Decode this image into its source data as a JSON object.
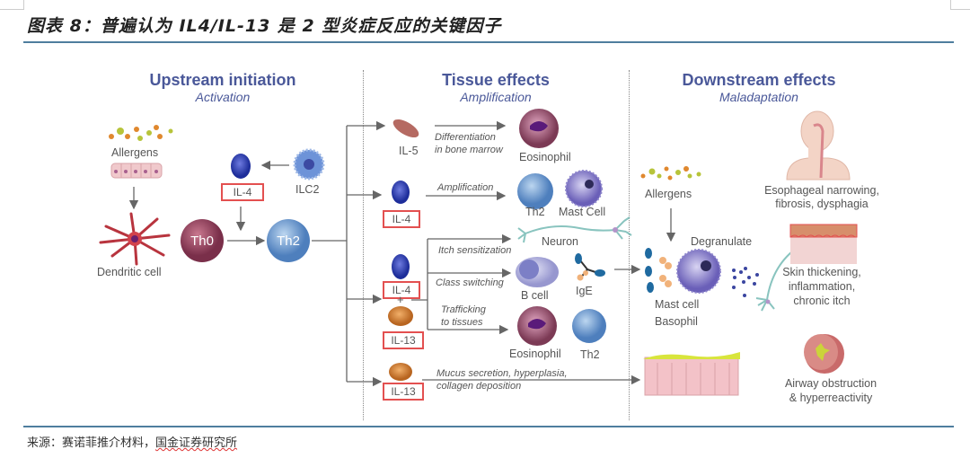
{
  "figure": {
    "title": "图表 8：普遍认为 IL4/IL-13 是 2 型炎症反应的关键因子",
    "source_prefix": "来源：赛诺菲推介材料，",
    "source_suffix": "国金证券研究所"
  },
  "sections": {
    "upstream": {
      "title": "Upstream initiation",
      "subtitle": "Activation"
    },
    "tissue": {
      "title": "Tissue effects",
      "subtitle": "Amplification"
    },
    "downstream": {
      "title": "Downstream effects",
      "subtitle": "Maladaptation"
    }
  },
  "upstream": {
    "allergens": "Allergens",
    "dendritic_cell": "Dendritic cell",
    "th0": "Th0",
    "th2": "Th2",
    "il4": "IL-4",
    "ilc2": "ILC2"
  },
  "tissue": {
    "il5": "IL-5",
    "il4_a": "IL-4",
    "il4_b": "IL-4",
    "il13_a": "IL-13",
    "il13_b": "IL-13",
    "plus": "+",
    "differentiation_1": "Differentiation",
    "differentiation_2": "in bone marrow",
    "amplification": "Amplification",
    "itch": "Itch sensitization",
    "class_switching": "Class switching",
    "trafficking_1": "Trafficking",
    "trafficking_2": "to tissues",
    "mucus_1": "Mucus secretion, hyperplasia,",
    "mucus_2": "collagen deposition",
    "eosinophil_a": "Eosinophil",
    "th2_a": "Th2",
    "mast_cell": "Mast Cell",
    "neuron": "Neuron",
    "b_cell": "B cell",
    "ige": "IgE",
    "eosinophil_b": "Eosinophil",
    "th2_b": "Th2"
  },
  "downstream": {
    "allergens": "Allergens",
    "degranulate": "Degranulate",
    "mast_cell": "Mast cell",
    "basophil": "Basophil",
    "esophageal_1": "Esophageal narrowing,",
    "esophageal_2": "fibrosis, dysphagia",
    "skin_1": "Skin thickening,",
    "skin_2": "inflammation,",
    "skin_3": "chronic itch",
    "airway_1": "Airway obstruction",
    "airway_2": "& hyperreactivity"
  },
  "colors": {
    "section_title": "#4a5899",
    "highlight_box": "#e35050",
    "rule": "#4f7e9e"
  }
}
